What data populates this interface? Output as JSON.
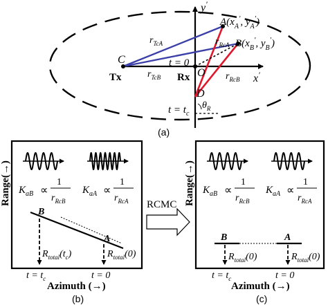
{
  "panel_a": {
    "caption": "(a)",
    "axis_y": "y",
    "axis_x": "x",
    "prime": "′",
    "point_A": "A(x",
    "point_A_sub1": "A",
    "point_A_mid": ", y",
    "point_A_sub2": "A",
    "point_A_end": ")",
    "point_B": "B(x",
    "point_B_sub1": "B",
    "point_B_mid": ", y",
    "point_B_sub2": "B",
    "point_B_end": ")",
    "point_C": "C",
    "point_O": "O",
    "point_D": "D",
    "r_TcA": "r",
    "r_TcA_sub": "TcA",
    "r_RcA": "r",
    "r_RcA_sub": "RcA",
    "r_TcB": "r",
    "r_TcB_sub": "TcB",
    "r_RcB": "r",
    "r_RcB_sub": "RcB",
    "tx_label": "Tx",
    "rx_label": "Rx",
    "t0_label": "t = 0",
    "ttc_label": "t = t",
    "ttc_sub": "c",
    "theta": "θ",
    "theta_sub": "R",
    "colors": {
      "blue": "#3b3fa8",
      "red": "#e0182d",
      "black": "#000000"
    }
  },
  "panel_b": {
    "caption": "(b)",
    "range_label": "Range(→)",
    "azimuth_label": "Azimuth (→)",
    "k_left": "K",
    "k_left_sub": "aB",
    "k_right": "K",
    "k_right_sub": "aA",
    "propto": "∝",
    "one": "1",
    "r_left": "r",
    "r_left_sub": "RcB",
    "r_right": "r",
    "r_right_sub": "RcA",
    "point_B": "B",
    "point_A": "A",
    "rtotal": "R",
    "rtotal_sub": "total",
    "rtotal_left_arg": "(t",
    "rtotal_left_arg_sub": "c",
    "rtotal_left_arg_end": ")",
    "rtotal_right_arg": "(0)",
    "t_left": "t = t",
    "t_left_sub": "c",
    "t_right": "t = 0"
  },
  "middle": {
    "rcmc_label": "RCMC"
  },
  "panel_c": {
    "caption": "(c)",
    "range_label": "Range(→)",
    "azimuth_label": "Azimuth (→)",
    "k_left": "K",
    "k_left_sub": "aB",
    "k_right": "K",
    "k_right_sub": "aA",
    "propto": "∝",
    "one": "1",
    "r_left": "r",
    "r_left_sub": "RcB",
    "r_right": "r",
    "r_right_sub": "RcA",
    "point_B": "B",
    "point_A": "A",
    "rtotal": "R",
    "rtotal_sub": "total",
    "rtotal_left_arg": "(0)",
    "rtotal_right_arg": "(0)",
    "t_left": "t = t",
    "t_left_sub": "c",
    "t_right": "t = 0"
  }
}
